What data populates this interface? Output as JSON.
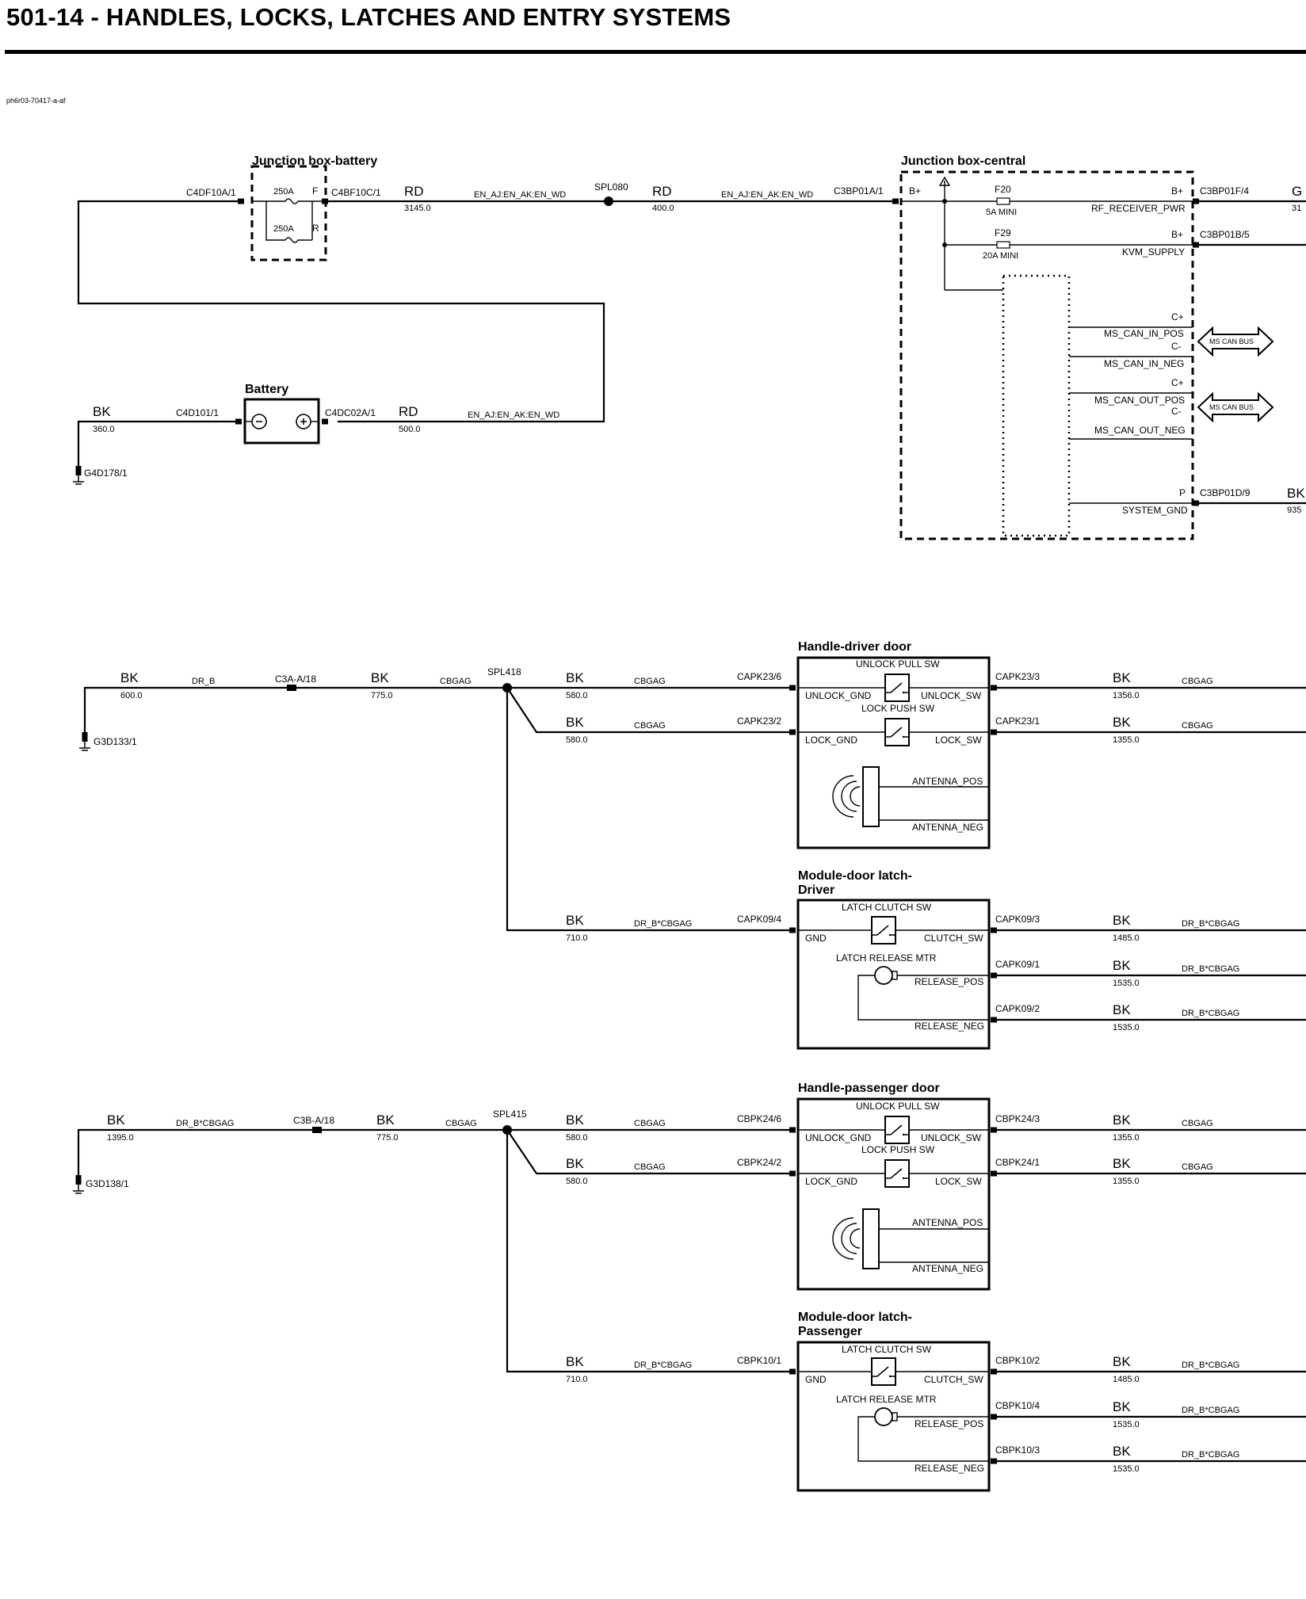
{
  "title": "501-14 - HANDLES, LOCKS, LATCHES AND ENTRY SYSTEMS",
  "diagram_id": "ph6r03-70417-a-af",
  "texts": {
    "jb_battery": "Junction box-battery",
    "c4df10a": "C4DF10A/1",
    "f_pin": "F",
    "r_pin": "R",
    "fuse_250a_f": "250A",
    "fuse_250a_r": "250A",
    "c4bf10c": "C4BF10C/1",
    "rd1": "RD",
    "n3145": "3145.0",
    "w_en1": "EN_AJ:EN_AK:EN_WD",
    "spl080": "SPL080",
    "rd2": "RD",
    "n400": "400.0",
    "w_en2": "EN_AJ:EN_AK:EN_WD",
    "c3bp01a": "C3BP01A/1",
    "jb_central": "Junction box-central",
    "bplus_in": "B+",
    "f20": "F20",
    "f20_rating": "5A MINI",
    "f29": "F29",
    "f29_rating": "20A MINI",
    "bplus1": "B+",
    "rf_pwr": "RF_RECEIVER_PWR",
    "c3bp01f": "C3BP01F/4",
    "g_clip": "G",
    "n31_clip": "31",
    "bplus2": "B+",
    "kvm": "KVM_SUPPLY",
    "c3bp01b": "C3BP01B/5",
    "cplus1": "C+",
    "ms_can_in_pos": "MS_CAN_IN_POS",
    "cminus1": "C-",
    "ms_can_in_neg": "MS_CAN_IN_NEG",
    "cplus2": "C+",
    "ms_can_out_pos": "MS_CAN_OUT_POS",
    "cminus2": "C-",
    "ms_can_out_neg": "MS_CAN_OUT_NEG",
    "ms_can_bus1": "MS CAN BUS",
    "ms_can_bus2": "MS CAN BUS",
    "p_pin": "P",
    "system_gnd": "SYSTEM_GND",
    "c3bp01d": "C3BP01D/9",
    "bk_clip": "BK",
    "n935_clip": "935",
    "battery": "Battery",
    "bk_bat": "BK",
    "n360": "360.0",
    "c4d101": "C4D101/1",
    "c4dc02a": "C4DC02A/1",
    "rd_bat": "RD",
    "n500": "500.0",
    "w_en3": "EN_AJ:EN_AK:EN_WD",
    "g4d178": "G4D178/1",
    "bk_g1": "BK",
    "n600": "600.0",
    "dr_b": "DR_B",
    "c3a": "C3A-A/18",
    "bk_g1b": "BK",
    "n775a": "775.0",
    "cbgag_g1": "CBGAG",
    "spl418": "SPL418",
    "g3d133": "G3D133/1",
    "hd_title": "Handle-driver door",
    "hd_unlock_pull": "UNLOCK PULL SW",
    "hd_unlock_gnd": "UNLOCK_GND",
    "hd_unlock_sw": "UNLOCK_SW",
    "hd_lock_push": "LOCK PUSH SW",
    "hd_lock_gnd": "LOCK_GND",
    "hd_lock_sw": "LOCK_SW",
    "hd_ant_pos": "ANTENNA_POS",
    "hd_ant_neg": "ANTENNA_NEG",
    "hd_bk1": "BK",
    "hd_n1": "580.0",
    "hd_w1": "CBGAG",
    "capk23_6": "CAPK23/6",
    "hd_bk2": "BK",
    "hd_n2": "580.0",
    "hd_w2": "CBGAG",
    "capk23_2": "CAPK23/2",
    "capk23_3": "CAPK23/3",
    "hd_bk3": "BK",
    "hd_n3": "1356.0",
    "hd_w3": "CBGAG",
    "capk23_1": "CAPK23/1",
    "hd_bk4": "BK",
    "hd_n4": "1355.0",
    "hd_w4": "CBGAG",
    "ld_title1": "Module-door latch-",
    "ld_title2": "Driver",
    "ld_clutch": "LATCH CLUTCH SW",
    "ld_gnd": "GND",
    "ld_clutch_sw": "CLUTCH_SW",
    "ld_release_mtr": "LATCH RELEASE MTR",
    "ld_rel_pos": "RELEASE_POS",
    "ld_rel_neg": "RELEASE_NEG",
    "ld_bk1": "BK",
    "ld_n1": "710.0",
    "ld_w1": "DR_B*CBGAG",
    "capk09_4": "CAPK09/4",
    "capk09_3": "CAPK09/3",
    "ld_bk2": "BK",
    "ld_n2": "1485.0",
    "ld_w2": "DR_B*CBGAG",
    "capk09_1": "CAPK09/1",
    "ld_bk3": "BK",
    "ld_n3": "1535.0",
    "ld_w3": "DR_B*CBGAG",
    "capk09_2": "CAPK09/2",
    "ld_bk4": "BK",
    "ld_n4": "1535.0",
    "ld_w4": "DR_B*CBGAG",
    "bk_g2": "BK",
    "n1395": "1395.0",
    "drb_cbgag": "DR_B*CBGAG",
    "c3b": "C3B-A/18",
    "bk_g2b": "BK",
    "n775b": "775.0",
    "cbgag_g2": "CBGAG",
    "spl415": "SPL415",
    "g3d138": "G3D138/1",
    "hp_title": "Handle-passenger door",
    "hp_unlock_pull": "UNLOCK PULL SW",
    "hp_unlock_gnd": "UNLOCK_GND",
    "hp_unlock_sw": "UNLOCK_SW",
    "hp_lock_push": "LOCK PUSH SW",
    "hp_lock_gnd": "LOCK_GND",
    "hp_lock_sw": "LOCK_SW",
    "hp_ant_pos": "ANTENNA_POS",
    "hp_ant_neg": "ANTENNA_NEG",
    "hp_bk1": "BK",
    "hp_n1": "580.0",
    "hp_w1": "CBGAG",
    "cbpk24_6": "CBPK24/6",
    "hp_bk2": "BK",
    "hp_n2": "580.0",
    "hp_w2": "CBGAG",
    "cbpk24_2": "CBPK24/2",
    "cbpk24_3": "CBPK24/3",
    "hp_bk3": "BK",
    "hp_n3": "1355.0",
    "hp_w3": "CBGAG",
    "cbpk24_1": "CBPK24/1",
    "hp_bk4": "BK",
    "hp_n4": "1355.0",
    "hp_w4": "CBGAG",
    "lp_title1": "Module-door latch-",
    "lp_title2": "Passenger",
    "lp_clutch": "LATCH CLUTCH SW",
    "lp_gnd": "GND",
    "lp_clutch_sw": "CLUTCH_SW",
    "lp_release_mtr": "LATCH RELEASE MTR",
    "lp_rel_pos": "RELEASE_POS",
    "lp_rel_neg": "RELEASE_NEG",
    "lp_bk1": "BK",
    "lp_n1": "710.0",
    "lp_w1": "DR_B*CBGAG",
    "cbpk10_1": "CBPK10/1",
    "cbpk10_2": "CBPK10/2",
    "lp_bk2": "BK",
    "lp_n2": "1485.0",
    "lp_w2": "DR_B*CBGAG",
    "cbpk10_4": "CBPK10/4",
    "lp_bk3": "BK",
    "lp_n3": "1535.0",
    "lp_w3": "DR_B*CBGAG",
    "cbpk10_3": "CBPK10/3",
    "lp_bk4": "BK",
    "lp_n4": "1535.0",
    "lp_w4": "DR_B*CBGAG"
  }
}
